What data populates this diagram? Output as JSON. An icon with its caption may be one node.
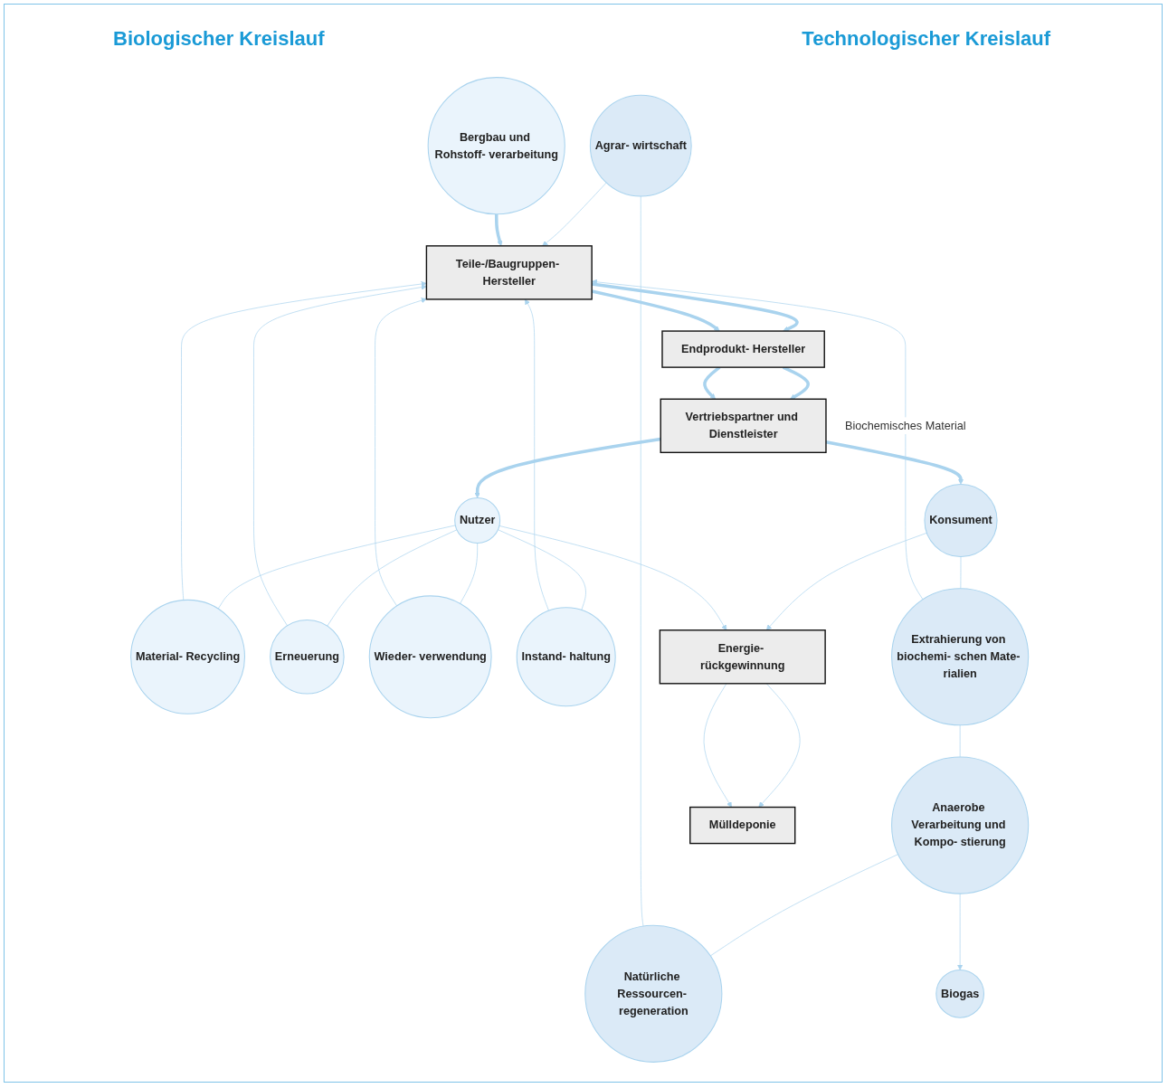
{
  "diagram": {
    "nodes": [
      {
        "text": [
          "Agrar- wirtschaft"
        ]
      },
      {
        "text": [
          "Bergbau und Rohstoff- verarbeitung"
        ]
      },
      {
        "text": [
          "Material- Recycling"
        ]
      },
      {
        "text": [
          "Teile-/Baugruppen- Hersteller"
        ]
      },
      {
        "text": [
          "Natürliche Ressourcen- regeneration"
        ]
      },
      {
        "text": [
          "Erneuerung"
        ]
      },
      {
        "text": [
          "Endprodukt- Hersteller"
        ]
      },
      {
        "text": [
          "Biogas"
        ]
      },
      {
        "text": [
          "Wieder- verwendung"
        ]
      },
      {
        "text": [
          "Vertriebspartner und Dienstleister"
        ]
      },
      {
        "text": [
          "Instand- haltung"
        ]
      },
      {
        "text": [
          "Anaerobe Verarbeitung und Kompo- stierung"
        ]
      },
      {
        "text": [
          "Konsument"
        ]
      },
      {
        "text": [
          "Nutzer"
        ]
      },
      {
        "text": [
          "Extrahierung von biochemi- schen Mate- rialien"
        ]
      },
      {
        "text": [
          "Energie- rückgewinnung"
        ]
      },
      {
        "text": [
          "Mülldeponie"
        ]
      }
    ],
    "edges": [
      {
        "from": 0,
        "to": 3,
        "arrow": "to"
      },
      {
        "from": 1,
        "to": 3,
        "arrow": "to",
        "style": "thick"
      },
      {
        "from": 2,
        "to": 3,
        "arrow": "to"
      },
      {
        "from": 5,
        "to": 3,
        "arrow": "to"
      },
      {
        "from": 8,
        "to": 3,
        "arrow": "to"
      },
      {
        "from": 10,
        "to": 3,
        "arrow": "to"
      },
      {
        "from": 14,
        "to": 3,
        "arrow": "to",
        "label": "Biochemisches Material"
      },
      {
        "from": 4,
        "to": 0,
        "arrow": "none"
      },
      {
        "from": 11,
        "to": 4,
        "arrow": "none"
      },
      {
        "from": 11,
        "to": 7,
        "arrow": "to"
      },
      {
        "from": 14,
        "to": 11,
        "arrow": "none"
      },
      {
        "from": 12,
        "to": 14,
        "arrow": "none"
      },
      {
        "from": 3,
        "to": 6,
        "arrow": "to",
        "style": "thick"
      },
      {
        "from": 3,
        "to": 6,
        "arrow": "to",
        "style": "thick"
      },
      {
        "from": 6,
        "to": 9,
        "arrow": "to",
        "style": "thick"
      },
      {
        "from": 6,
        "to": 9,
        "arrow": "to",
        "style": "thick"
      },
      {
        "from": 9,
        "to": 12,
        "arrow": "to",
        "style": "thick"
      },
      {
        "from": 9,
        "to": 13,
        "arrow": "to",
        "style": "thick"
      },
      {
        "from": 13,
        "to": 10,
        "arrow": "none"
      },
      {
        "from": 13,
        "to": 8,
        "arrow": "none"
      },
      {
        "from": 13,
        "to": 5,
        "arrow": "none"
      },
      {
        "from": 13,
        "to": 2,
        "arrow": "none"
      },
      {
        "from": 12,
        "to": 15,
        "arrow": "to"
      },
      {
        "from": 13,
        "to": 15,
        "arrow": "to"
      },
      {
        "from": 15,
        "to": 16,
        "arrow": "to"
      },
      {
        "from": 15,
        "to": 16,
        "arrow": "to"
      }
    ],
    "labels": [
      "Biologischer Kreislauf",
      "Technologischer Kreislauf"
    ]
  }
}
